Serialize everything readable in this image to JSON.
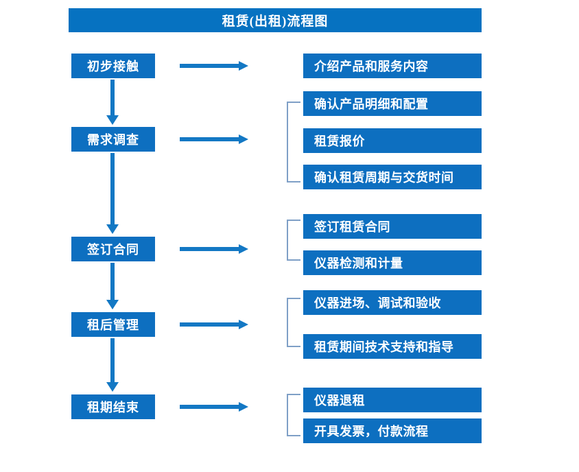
{
  "title": "租赁(出租)流程图",
  "colors": {
    "box_blue": "#0d6fc0",
    "banner_blue": "#0672c1",
    "arrow_blue": "#1378c4",
    "bracket_grey_blue": "#7e9fc6",
    "text_white": "#ffffff",
    "background": "#ffffff"
  },
  "stages": [
    {
      "label": "初步接触"
    },
    {
      "label": "需求调查"
    },
    {
      "label": "签订合同"
    },
    {
      "label": "租后管理"
    },
    {
      "label": "租期结束"
    }
  ],
  "task_groups": [
    {
      "stage": "初步接触",
      "bracketed": false,
      "tasks": [
        "介绍产品和服务内容"
      ]
    },
    {
      "stage": "需求调查",
      "bracketed": true,
      "tasks": [
        "确认产品明细和配置",
        "租赁报价",
        "确认租赁周期与交货时间"
      ]
    },
    {
      "stage": "签订合同",
      "bracketed": true,
      "tasks": [
        "签订租赁合同",
        "仪器检测和计量"
      ]
    },
    {
      "stage": "租后管理",
      "bracketed": true,
      "tasks": [
        "仪器进场、调试和验收",
        "租赁期间技术支持和指导"
      ]
    },
    {
      "stage": "租期结束",
      "bracketed": true,
      "tasks": [
        "仪器退租",
        "开具发票，付款流程"
      ]
    }
  ],
  "flow": {
    "stage_to_task_arrow": "right-arrow",
    "stage_to_stage_arrow": "down-arrow",
    "arrow_count_horizontal": 5,
    "arrow_count_vertical": 4
  }
}
